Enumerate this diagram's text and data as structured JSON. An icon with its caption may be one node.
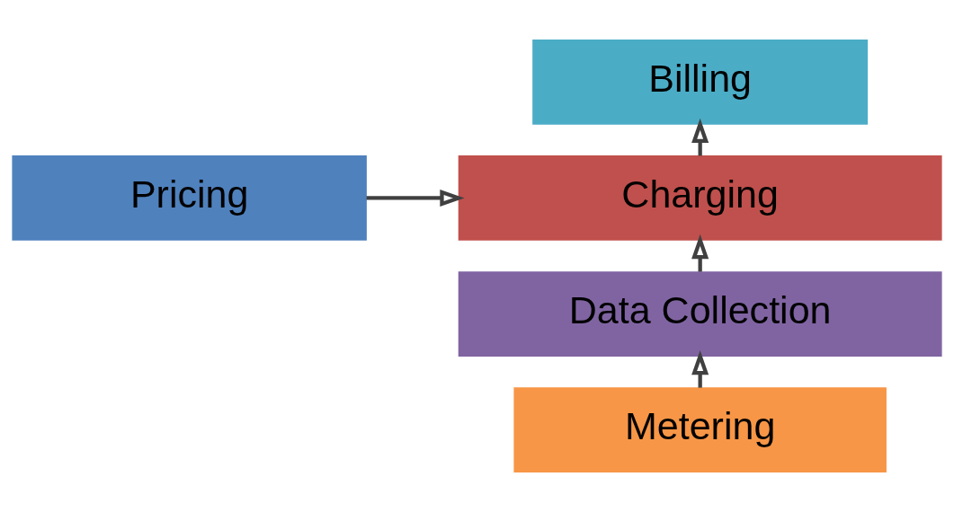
{
  "diagram": {
    "nodes": [
      {
        "text": [
          "Billing"
        ]
      },
      {
        "text": [
          "Charging"
        ]
      },
      {
        "text": [
          "Pricing"
        ]
      },
      {
        "text": [
          "Data Collection"
        ]
      },
      {
        "text": [
          "Metering"
        ]
      }
    ],
    "edges": [
      {
        "from": 1,
        "to": 0,
        "arrow": "to"
      },
      {
        "from": 2,
        "to": 1,
        "arrow": "to"
      },
      {
        "from": 3,
        "to": 1,
        "arrow": "to"
      },
      {
        "from": 4,
        "to": 3,
        "arrow": "to"
      }
    ]
  }
}
